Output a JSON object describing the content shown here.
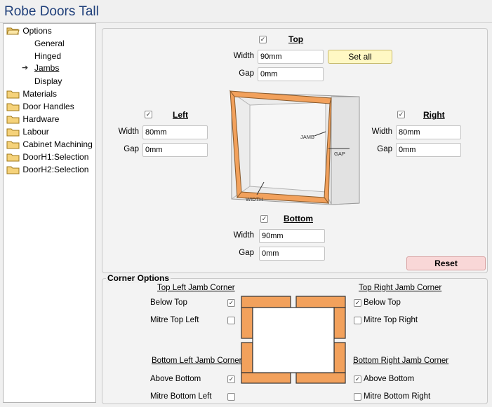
{
  "window": {
    "title": "Robe Doors Tall"
  },
  "tree": {
    "items": [
      {
        "label": "Options",
        "type": "folder-open"
      },
      {
        "label": "General",
        "type": "child"
      },
      {
        "label": "Hinged",
        "type": "child"
      },
      {
        "label": "Jambs",
        "type": "child-selected"
      },
      {
        "label": "Display",
        "type": "child"
      },
      {
        "label": "Materials",
        "type": "folder"
      },
      {
        "label": "Door Handles",
        "type": "folder"
      },
      {
        "label": "Hardware",
        "type": "folder"
      },
      {
        "label": "Labour",
        "type": "folder"
      },
      {
        "label": "Cabinet Machining",
        "type": "folder"
      },
      {
        "label": "DoorH1:Selection",
        "type": "folder"
      },
      {
        "label": "DoorH2:Selection",
        "type": "folder"
      }
    ]
  },
  "jambs": {
    "top": {
      "label": "Top",
      "checked": true,
      "width_label": "Width",
      "width": "90mm",
      "gap_label": "Gap",
      "gap": "0mm"
    },
    "left": {
      "label": "Left",
      "checked": true,
      "width_label": "Width",
      "width": "80mm",
      "gap_label": "Gap",
      "gap": "0mm"
    },
    "right": {
      "label": "Right",
      "checked": true,
      "width_label": "Width",
      "width": "80mm",
      "gap_label": "Gap",
      "gap": "0mm"
    },
    "bottom": {
      "label": "Bottom",
      "checked": true,
      "width_label": "Width",
      "width": "90mm",
      "gap_label": "Gap",
      "gap": "0mm"
    },
    "set_all_label": "Set all",
    "reset_label": "Reset",
    "diagram_labels": {
      "jamb": "JAMB",
      "gap": "GAP",
      "width": "WIDTH"
    }
  },
  "corner_options": {
    "title": "Corner Options",
    "top_left": {
      "header": "Top Left Jamb Corner",
      "opt1": "Below Top",
      "opt1_checked": true,
      "opt2": "Mitre Top Left",
      "opt2_checked": false
    },
    "top_right": {
      "header": "Top Right Jamb Corner",
      "opt1": "Below Top",
      "opt1_checked": true,
      "opt2": "Mitre Top Right",
      "opt2_checked": false
    },
    "bottom_left": {
      "header": "Bottom Left Jamb Corner",
      "opt1": "Above Bottom",
      "opt1_checked": true,
      "opt2": "Mitre Bottom Left",
      "opt2_checked": false
    },
    "bottom_right": {
      "header": "Bottom Right Jamb Corner",
      "opt1": "Above Bottom",
      "opt1_checked": true,
      "opt2": "Mitre Bottom Right",
      "opt2_checked": false
    }
  },
  "colors": {
    "jamb_fill": "#f2a15c",
    "jamb_stroke": "#8a5a2b",
    "title": "#1f3f7a",
    "set_all_bg": "#fff8c4",
    "reset_bg": "#f9d7d7"
  }
}
